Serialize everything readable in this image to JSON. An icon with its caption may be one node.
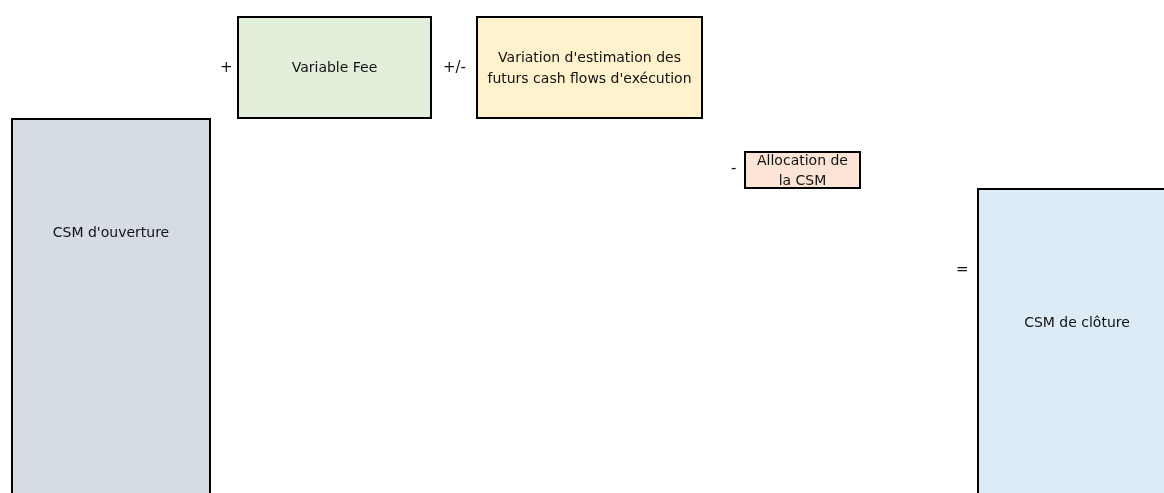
{
  "diagram": {
    "nodes": [
      {
        "text": [
          "CSM d'ouverture"
        ]
      },
      {
        "text": [
          "Variable Fee"
        ]
      },
      {
        "text": [
          "Variation d'estimation des futurs cash flows d'exécution"
        ]
      },
      {
        "text": [
          "Allocation de la CSM"
        ]
      },
      {
        "text": [
          "CSM de clôture"
        ]
      }
    ],
    "labels": [
      "+",
      "+/-",
      "-",
      "="
    ]
  }
}
